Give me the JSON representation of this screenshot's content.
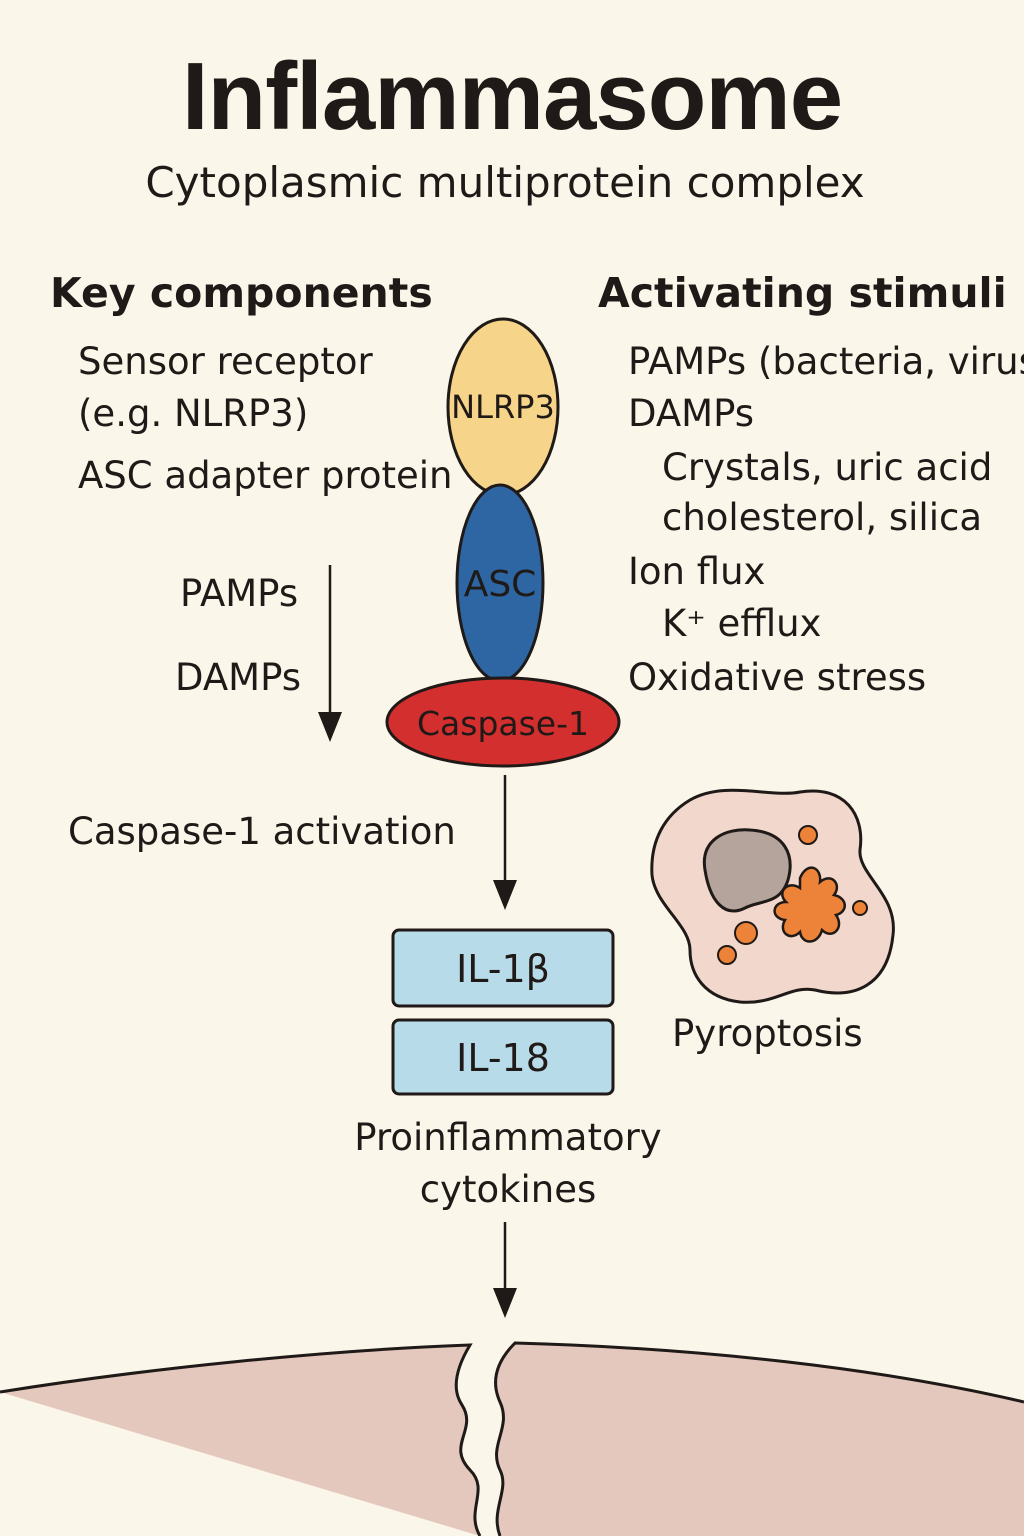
{
  "title": "Inflammasome",
  "subtitle": "Cytoplasmic multiprotein complex",
  "key_components": {
    "heading": "Key components",
    "items": [
      "Sensor receptor",
      "(e.g. NLRP3)",
      "ASC adapter protein"
    ]
  },
  "activating_stimuli": {
    "heading": "Activating stimuli",
    "items": [
      "PAMPs (bacteria, virus)",
      "DAMPs",
      "Crystals, uric acid",
      "cholesterol, silica",
      "Ion flux",
      "K⁺ efflux",
      "Oxidative stress"
    ]
  },
  "complex": {
    "nlrp3": "NLRP3",
    "asc": "ASC",
    "caspase": "Caspase-1",
    "colors": {
      "nlrp3": "#f6d48a",
      "asc": "#2d66a3",
      "caspase": "#d32f2f"
    }
  },
  "signals": {
    "pamps": "PAMPs",
    "damps": "DAMPs"
  },
  "activation_label": "Caspase-1 activation",
  "cytokines": {
    "boxes": [
      "IL-1β",
      "IL-18"
    ],
    "label_line1": "Proinflammatory",
    "label_line2": "cytokines",
    "box_color": "#b7dbe8"
  },
  "pyroptosis_label": "Pyroptosis",
  "colors": {
    "background": "#fbf6ea",
    "tissue": "#e5c8bd",
    "cell_body": "#f2d8cc",
    "cell_spots": "#ec8338",
    "nucleus": "#b4a49b"
  }
}
